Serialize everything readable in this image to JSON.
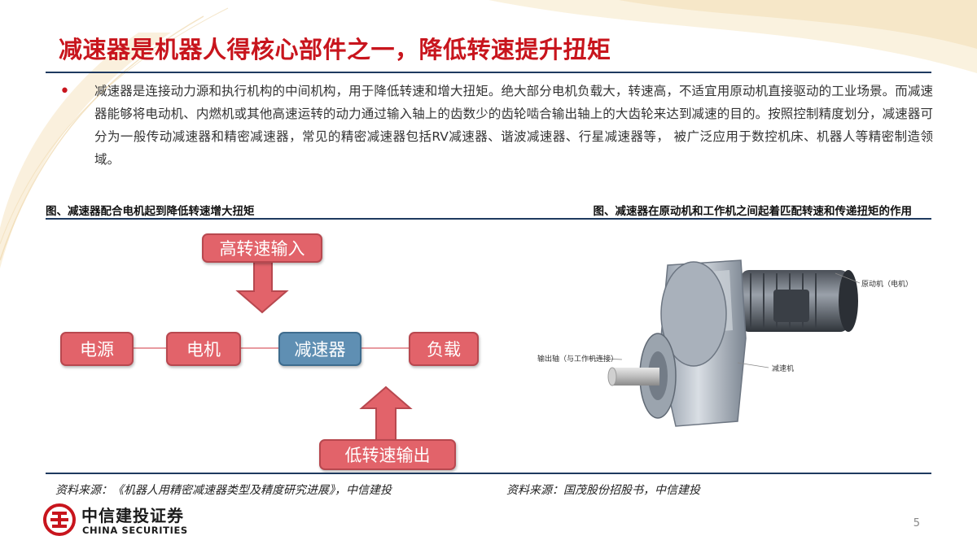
{
  "slide": {
    "title": "减速器是机器人得核心部件之一，降低转速提升扭矩",
    "body": "减速器是连接动力源和执行机构的中间机构，用于降低转速和增大扭矩。绝大部分电机负载大，转速高，不适宜用原动机直接驱动的工业场景。而减速器能够将电动机、内燃机或其他高速运转的动力通过输入轴上的齿数少的齿轮啮合输出轴上的大齿轮来达到减速的目的。按照控制精度划分，减速器可分为一般传动减速器和精密减速器，常见的精密减速器包括RV减速器、谐波减速器、行星减速器等， 被广泛应用于数控机床、机器人等精密制造领域。",
    "page_number": "5"
  },
  "figures": {
    "left": {
      "caption": "图、减速器配合电机起到降低转速增大扭矩",
      "source": "资料来源：《机器人用精密减速器类型及精度研究进展》，中信建投",
      "nodes": [
        "电源",
        "电机",
        "减速器",
        "负载"
      ],
      "top_arrow_label": "高转速输入",
      "bottom_arrow_label": "低转速输出"
    },
    "right": {
      "caption": "图、减速器在原动机和工作机之间起着匹配转速和传递扭矩的作用",
      "source": "资料来源：国茂股份招股书，中信建投",
      "labels": {
        "motor": "原动机（电机）",
        "output_shaft": "输出轴（与工作机连接）",
        "reducer": "减速机"
      }
    }
  },
  "brand": {
    "name_cn": "中信建投证券",
    "name_en": "CHINA SECURITIES",
    "accent_red": "#c8151d",
    "navy": "#1e3a5f"
  }
}
